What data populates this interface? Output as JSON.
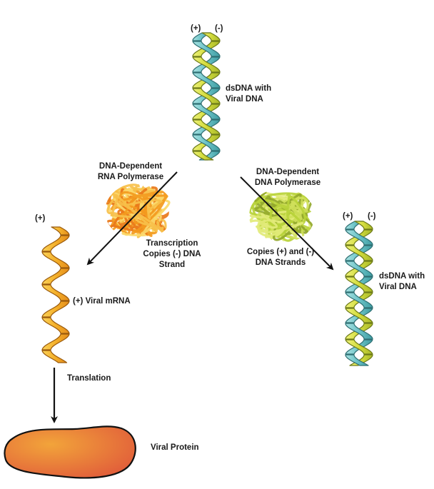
{
  "diagram": {
    "top_helix": {
      "plus_strand_label": "(+)",
      "minus_strand_label": "(-)",
      "label_line1": "dsDNA with",
      "label_line2": "Viral DNA"
    },
    "rna_polymerase": {
      "label_line1": "DNA-Dependent",
      "label_line2": "RNA Polymerase",
      "color": "#f39a1e"
    },
    "dna_polymerase": {
      "label_line1": "DNA-Dependent",
      "label_line2": "DNA Polymerase",
      "color": "#b9d23a"
    },
    "transcription": {
      "line1": "Transcription",
      "line2": "Copies (-) DNA",
      "line3": "Strand"
    },
    "replication": {
      "line1": "Copies (+) and (-)",
      "line2": "DNA Strands"
    },
    "mrna": {
      "plus_label": "(+)",
      "label": "(+) Viral mRNA",
      "color": "#f4b02a"
    },
    "right_helix": {
      "plus_strand_label": "(+)",
      "minus_strand_label": "(-)",
      "label_line1": "dsDNA with",
      "label_line2": "Viral DNA"
    },
    "translation_label": "Translation",
    "protein": {
      "label": "Viral Protein",
      "color_light": "#f2a43a",
      "color_dark": "#e0593a"
    },
    "strand_colors": {
      "plus": "#d7e04a",
      "minus": "#6cc3c7"
    }
  }
}
